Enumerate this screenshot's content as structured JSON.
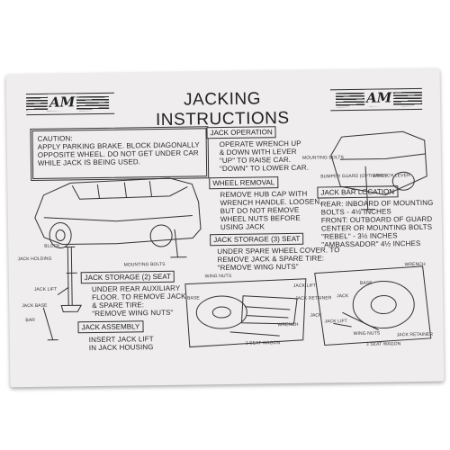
{
  "title": "JACKING INSTRUCTIONS",
  "logo_left": "AM",
  "logo_right": "AM",
  "caution": {
    "label": "CAUTION:",
    "lines": [
      "APPLY PARKING BRAKE. BLOCK DIAGONALLY",
      "OPPOSITE WHEEL. DO NOT GET UNDER CAR",
      "WHILE JACK IS BEING USED."
    ]
  },
  "jack_operation": {
    "heading": "JACK OPERATION",
    "lines": [
      "OPERATE WRENCH UP",
      "& DOWN WITH LEVER",
      "\"UP\" TO RAISE CAR.",
      "\"DOWN\" TO LOWER CAR."
    ]
  },
  "wheel_removal": {
    "heading": "WHEEL REMOVAL",
    "lines": [
      "REMOVE HUB CAP WITH",
      "WRENCH HANDLE. LOOSEN,",
      "BUT DO NOT REMOVE",
      "WHEEL NUTS BEFORE",
      "USING JACK"
    ]
  },
  "jack_bar_location": {
    "heading": "JACK BAR LOCATION",
    "lines": [
      "REAR: INBOARD OF MOUNTING",
      "BOLTS - 4½ INCHES",
      "FRONT: OUTBOARD OF GUARD",
      "CENTER OR MOUNTING BOLTS",
      "\"REBEL\" - 3½ INCHES",
      "\"AMBASSADOR\" 4½ INCHES"
    ]
  },
  "jack_storage_3": {
    "heading": "JACK STORAGE (3) SEAT",
    "lines": [
      "UNDER SPARE WHEEL COVER. TO",
      "REMOVE JACK & SPARE TIRE:",
      "\"REMOVE WING NUTS\""
    ]
  },
  "jack_storage_2": {
    "heading": "JACK STORAGE (2) SEAT",
    "lines": [
      "UNDER REAR AUXILIARY",
      "FLOOR. TO REMOVE JACK",
      "& SPARE TIRE:",
      "\"REMOVE WING NUTS\""
    ]
  },
  "jack_assembly": {
    "heading": "JACK ASSEMBLY",
    "lines": [
      "INSERT JACK LIFT",
      "IN JACK HOUSING"
    ]
  },
  "callouts": {
    "block": "BLOCK",
    "mounting_bolts": "MOUNTING BOLTS",
    "jack_holding": "JACK HOLDING",
    "jack_lift": "JACK LIFT",
    "jack_base": "JACK BASE",
    "bar": "BAR",
    "mounting_bolts_top": "MOUNTING BOLTS",
    "bumper_guard": "BUMPER GUARD (OPTIONAL)",
    "wrench_lever": "WRENCH LEVER",
    "wing_nuts_1": "WING NUTS",
    "base_1": "BASE",
    "jack_lift_1": "JACK LIFT",
    "jack_retainer_1": "JACK RETAINER",
    "jack_1": "JACK",
    "wrench_1": "WRENCH",
    "caption_2seat": "2 SEAT WAGON",
    "wrench_2": "WRENCH",
    "base_2": "BASE",
    "jack_2": "JACK",
    "jack_lift_2": "JACK LIFT",
    "wing_nuts_2": "WING NUTS",
    "jack_retainer_2": "JACK RETAINER",
    "caption_3seat": "3 SEAT WAGON"
  }
}
